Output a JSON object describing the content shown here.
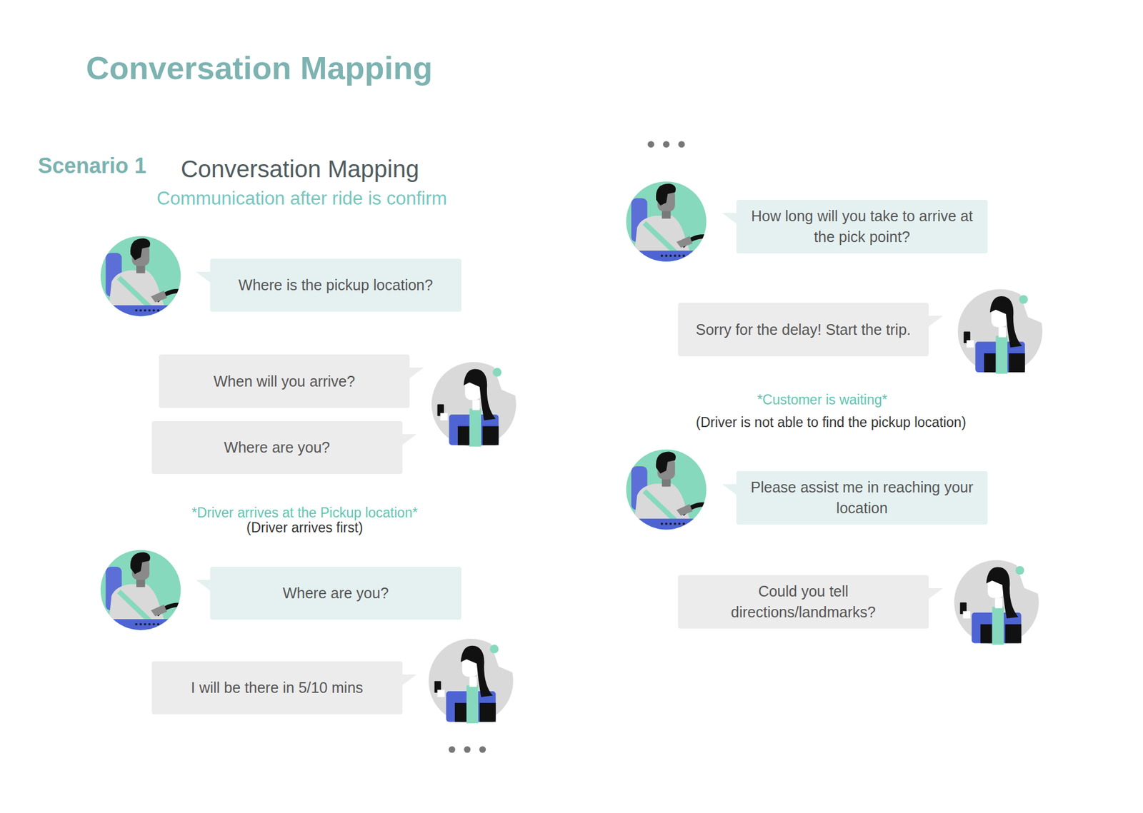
{
  "diagram": {
    "title": "Conversation Mapping",
    "nodes": [
      {
        "text": [
          "Where is the pickup location?"
        ]
      },
      {
        "text": [
          "When will you arrive?"
        ]
      },
      {
        "text": [
          "Where are you?"
        ]
      },
      {
        "text": [
          "Where are you?"
        ]
      },
      {
        "text": [
          "I will be there in 5/10 mins"
        ]
      },
      {
        "text": [
          "How long will you take to arrive at the pick point?"
        ]
      },
      {
        "text": [
          "Sorry for the delay! Start the trip."
        ]
      },
      {
        "text": [
          "Please assist me in reaching your location"
        ]
      },
      {
        "text": [
          "Could you tell directions/landmarks?"
        ]
      }
    ],
    "labels": [
      "Scenario 1",
      "Conversation Mapping",
      "Communication after ride is confirm",
      "*Driver arrives at the Pickup location*",
      "(Driver arrives first)",
      "*Customer is waiting*",
      "(Driver is not able to find the pickup location)"
    ]
  }
}
